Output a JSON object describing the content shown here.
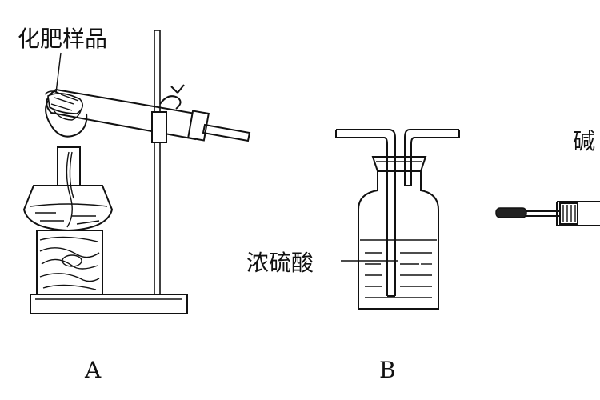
{
  "labels": {
    "sample": "化肥样品",
    "acid": "浓硫酸",
    "right_partial": "碱",
    "apparatus_a": "A",
    "apparatus_b": "B"
  },
  "colors": {
    "ink": "#111111",
    "background": "#ffffff"
  }
}
